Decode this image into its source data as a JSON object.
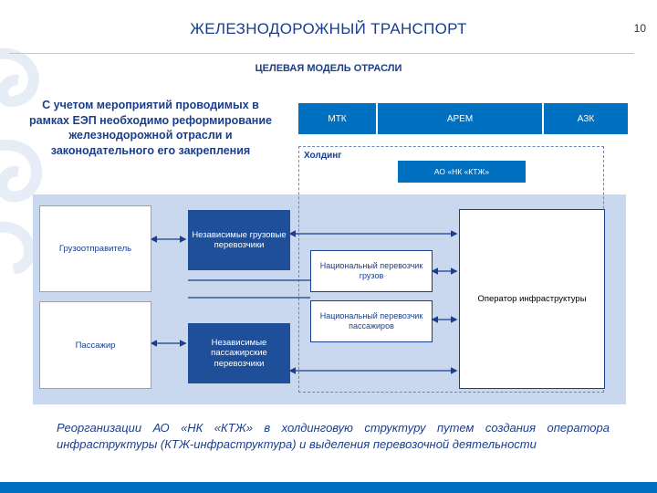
{
  "header": {
    "title": "ЖЕЛЕЗНОДОРОЖНЫЙ ТРАНСПОРТ",
    "page_number": "10"
  },
  "subtitle": "ЦЕЛЕВАЯ МОДЕЛЬ ОТРАСЛИ",
  "note": "С учетом мероприятий проводимых в рамках ЕЭП необходимо реформирование железнодорожной отрасли и законодательного его закрепления",
  "top_bar": {
    "left_label": "МТК",
    "center_label": "АРЕМ",
    "right_label": "АЗК"
  },
  "holding": {
    "label": "Холдинг",
    "company": "АО «НК «КТЖ»"
  },
  "diagram": {
    "shipper": "Грузоотправитель",
    "passenger": "Пассажир",
    "independent_freight": "Независимые грузовые перевозчики",
    "independent_passenger": "Независимые пассажирские перевозчики",
    "national_freight": "Национальный перевозчик грузов",
    "national_passenger": "Национальный перевозчик пассажиров",
    "infrastructure_operator": "Оператор инфраструктуры"
  },
  "conclusion": "Реорганизации АО «НК «КТЖ» в холдинговую структуру путем создания оператора инфраструктуры (КТЖ-инфраструктура) и выделения перевозочной деятельности",
  "colors": {
    "accent_blue": "#0070c0",
    "dark_blue": "#1f4f99",
    "panel": "#c9d7ef",
    "title": "#1a3e8c"
  }
}
